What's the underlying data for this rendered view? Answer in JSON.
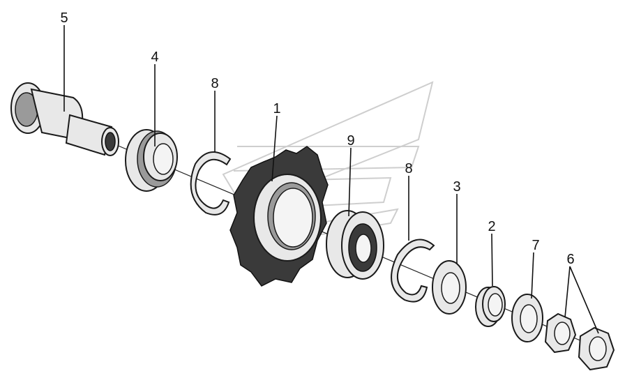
{
  "callouts": [
    {
      "id": "c5",
      "label": "5"
    },
    {
      "id": "c4",
      "label": "4"
    },
    {
      "id": "c8a",
      "label": "8"
    },
    {
      "id": "c1",
      "label": "1"
    },
    {
      "id": "c9",
      "label": "9"
    },
    {
      "id": "c8b",
      "label": "8"
    },
    {
      "id": "c3",
      "label": "3"
    },
    {
      "id": "c2",
      "label": "2"
    },
    {
      "id": "c7",
      "label": "7"
    },
    {
      "id": "c6",
      "label": "6"
    }
  ]
}
